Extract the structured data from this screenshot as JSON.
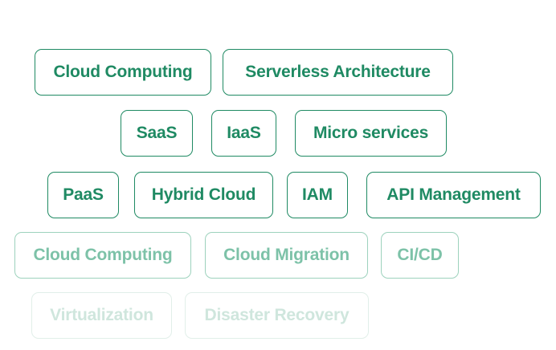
{
  "tags": [
    [
      "Cloud Computing",
      "Serverless Architecture"
    ],
    [
      "SaaS",
      "IaaS",
      "Micro services"
    ],
    [
      "PaaS",
      "Hybrid Cloud",
      "IAM",
      "API Management"
    ],
    [
      "Cloud Computing",
      "Cloud Migration",
      "CI/CD"
    ],
    [
      "Virtualization",
      "Disaster Recovery"
    ]
  ],
  "colors": {
    "primary": "#1f8a63",
    "faded": "#7dc2a8",
    "very_faded": "#cfe6dd"
  }
}
